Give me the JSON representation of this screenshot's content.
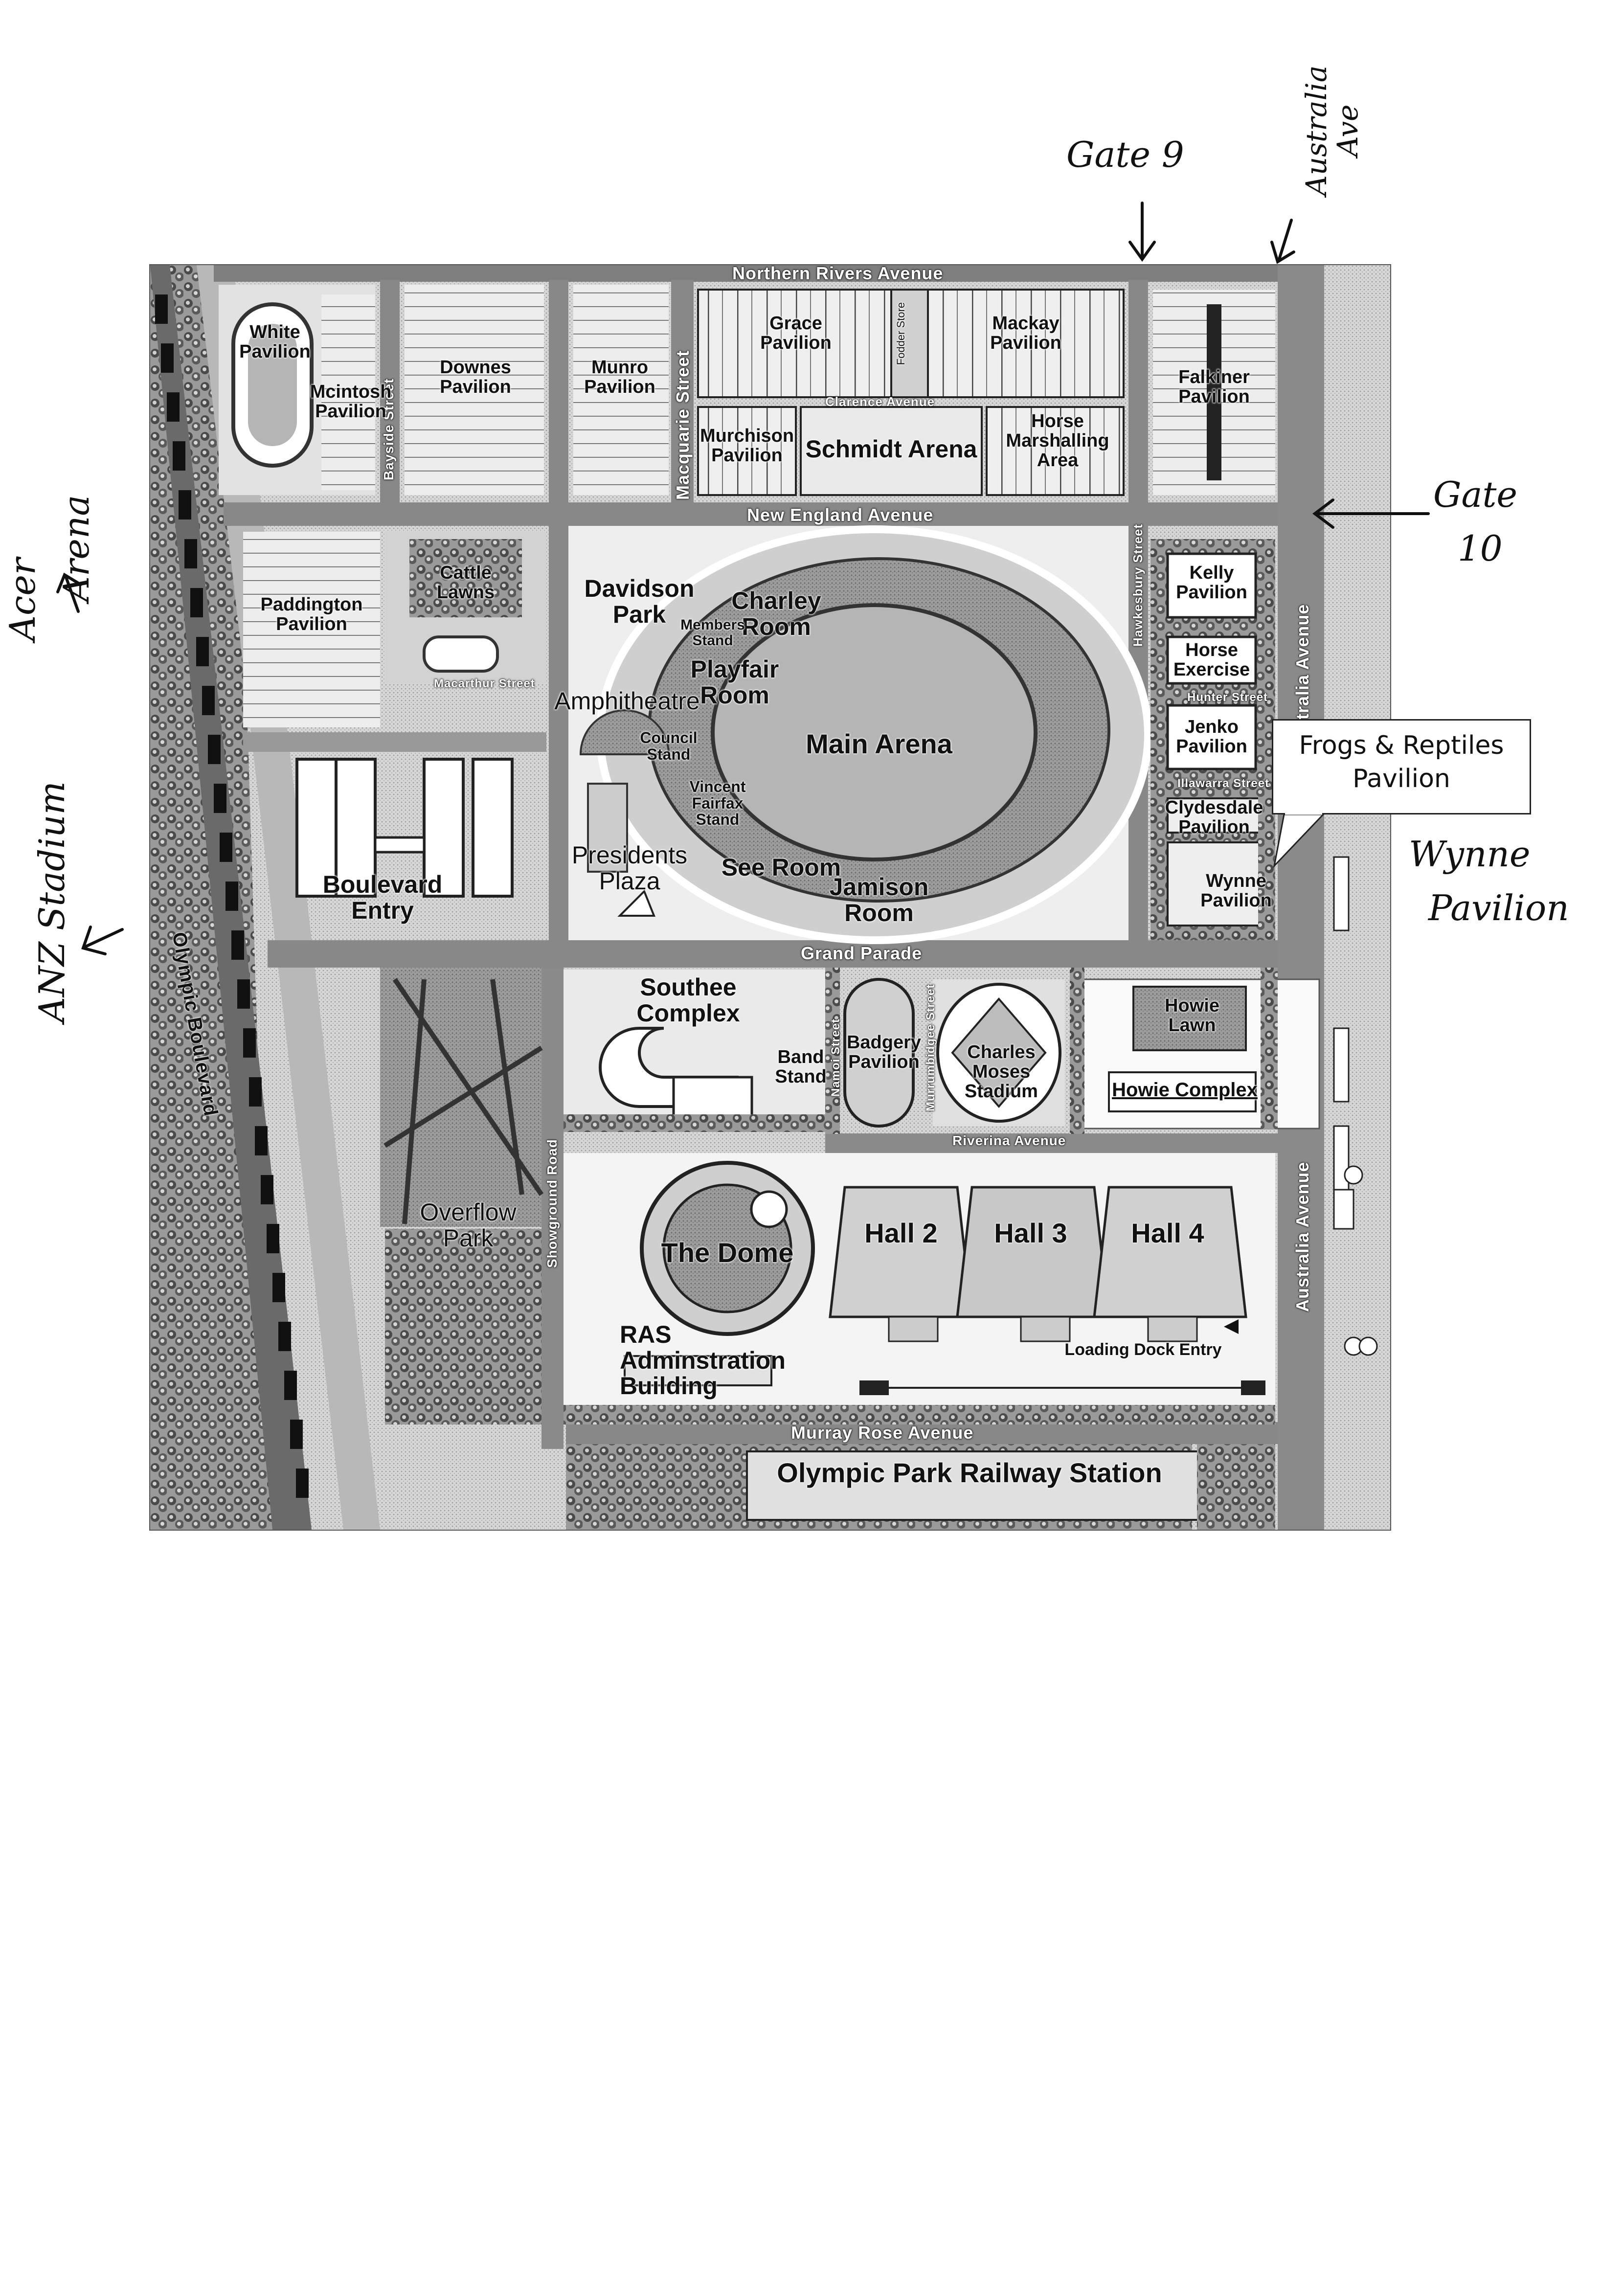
{
  "streets": {
    "northern_rivers": "Northern  Rivers     Avenue",
    "clarence": "Clarence Avenue",
    "new_england": "New England Avenue",
    "grand_parade": "Grand Parade",
    "riverina": "Riverina Avenue",
    "murray_rose": "Murray Rose Avenue",
    "macquarie": "Macquarie Street",
    "bayside": "Bayside Street",
    "olympic_blvd": "Olympic Boulevard",
    "australia_ave": "Australia Avenue",
    "australia_ave_2": "Australia Avenue",
    "hawkesbury": "Hawkesbury Street",
    "illawarra": "Illawarra Street",
    "hunter": "Hunter Street",
    "macarthur": "Macarthur Street",
    "namoi": "Namoi Street",
    "showground": "Showground Road",
    "wanganui": "Murrumbidgee Street"
  },
  "places": {
    "white_pavilion": "White\nPavilion",
    "mcintosh_pavilion": "Mcintosh\nPavilion",
    "downes_pavilion": "Downes\nPavilion",
    "munro_pavilion": "Munro\nPavilion",
    "grace_pavilion": "Grace\nPavilion",
    "fodder_store": "Fodder Store",
    "mackay_pavilion": "Mackay\nPavilion",
    "falkiner_pavilion": "Falkiner\nPavilion",
    "murchison_pavilion": "Murchison\nPavilion",
    "schmidt_arena": "Schmidt Arena",
    "horse_marshalling": "Horse\nMarshalling\nArea",
    "kelly_pavilion": "Kelly\nPavilion",
    "horse_exercise": "Horse\nExercise",
    "jenko_pavilion": "Jenko\nPavilion",
    "clydesdale_pavilion": "Clydesdale\nPavilion",
    "wynne_pavilion_map": "Wynne\nPavilion",
    "paddington_pavilion": "Paddington\nPavilion",
    "cattle_lawns": "Cattle\nLawns",
    "davidson_park": "Davidson\nPark",
    "charley_room": "Charley\nRoom",
    "members_stand": "Members\nStand",
    "playfair_room": "Playfair\nRoom",
    "amphitheatre": "Amphitheatre",
    "council_stand": "Council\nStand",
    "main_arena": "Main Arena",
    "vincent_fairfax": "Vincent\nFairfax\nStand",
    "presidents_plaza": "Presidents\nPlaza",
    "see_room": "See Room",
    "jamison_room": "Jamison\nRoom",
    "boulevard_entry": "Boulevard\nEntry",
    "southee_complex": "Southee\nComplex",
    "band_stand": "Band\nStand",
    "badgery_pavilion": "Badgery\nPavilion",
    "charles_moses": "Charles Moses\nStadium",
    "howie_lawn": "Howie\nLawn",
    "howie_complex": "Howie Complex",
    "overflow_park": "Overflow\nPark",
    "the_dome": "The Dome",
    "hall_2": "Hall 2",
    "hall_3": "Hall 3",
    "hall_4": "Hall 4",
    "ras_admin": "RAS\nAdminstration\nBuilding",
    "loading_dock": "Loading Dock Entry",
    "railway_station": "Olympic Park Railway Station"
  },
  "annotations": {
    "gate_9": "Gate 9",
    "australia_ave": "Australia\nAve",
    "gate_10_a": "Gate",
    "gate_10_b": "10",
    "acer_a": "Acer",
    "acer_b": "Arena",
    "anz_stadium": "ANZ Stadium",
    "wynne_a": "Wynne",
    "wynne_b": "Pavilion",
    "callout_frogs": "Frogs & Reptiles\nPavilion"
  },
  "colors": {
    "road": "#8a8a8a",
    "block": "#dcdcdc",
    "park": "#a9a9a9",
    "trees": "#555555",
    "ink": "#111111"
  }
}
